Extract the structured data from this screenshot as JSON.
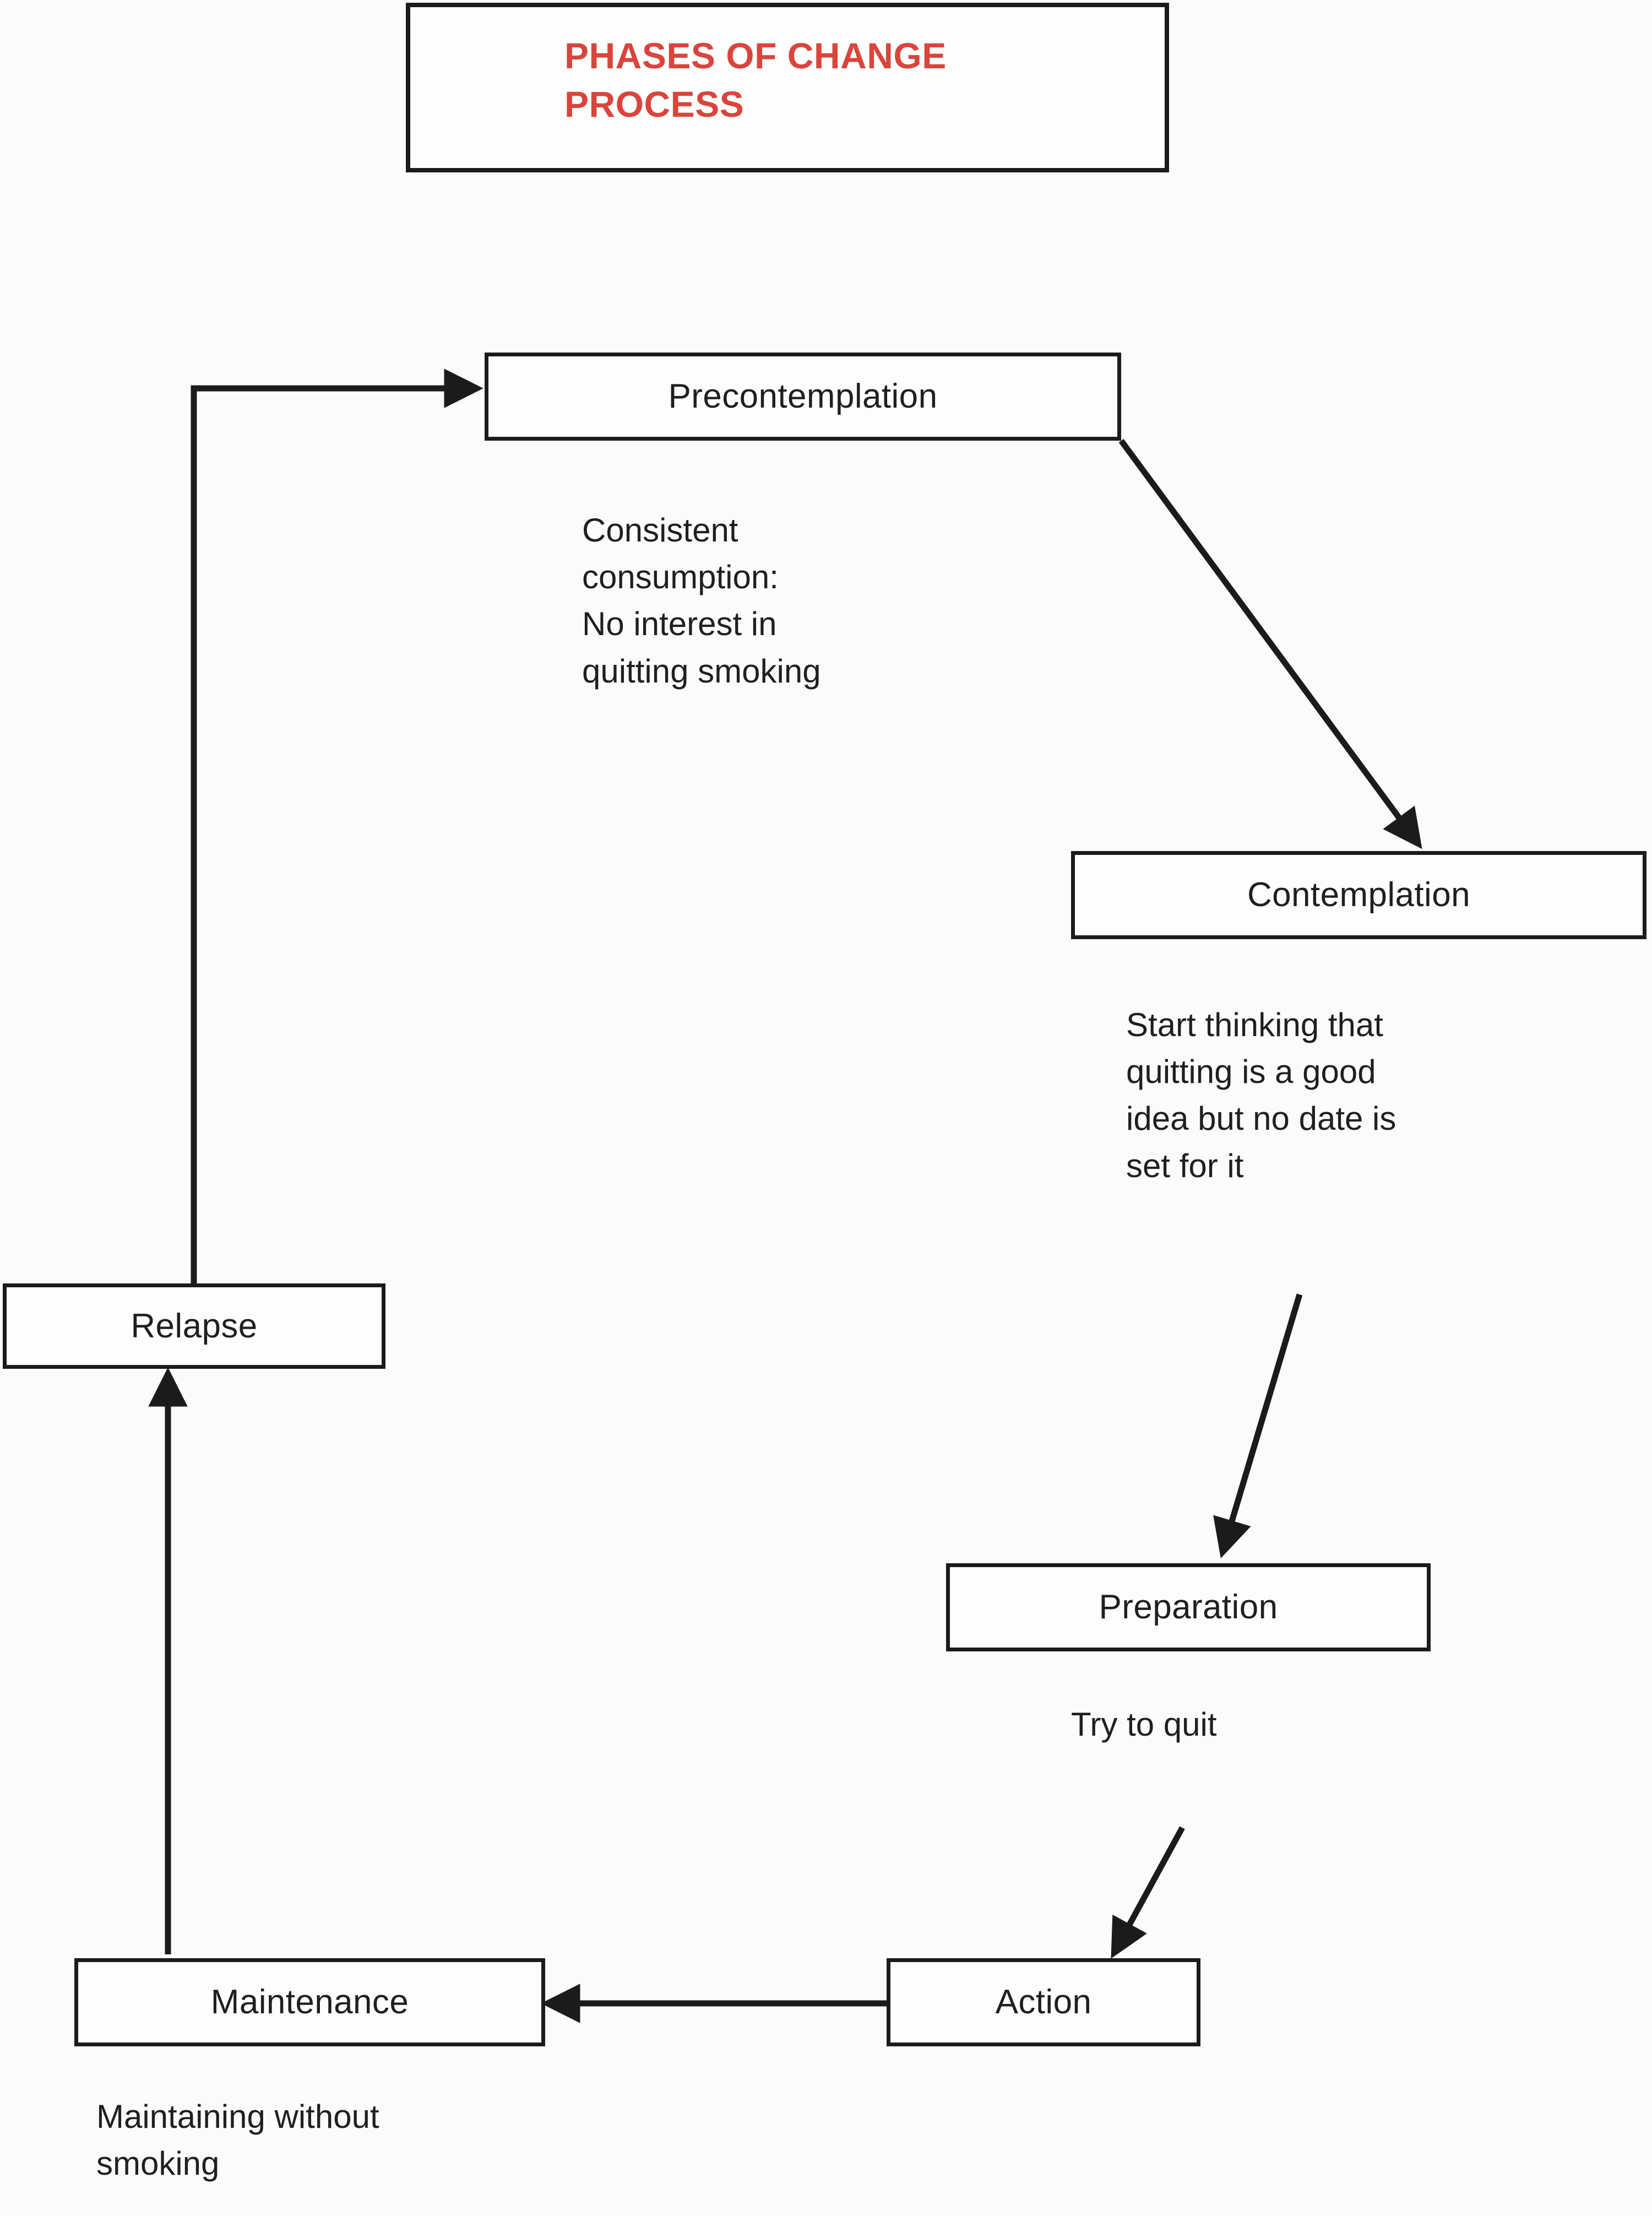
{
  "diagram": {
    "title": "PHASES OF CHANGE\nPROCESS",
    "title_color": "#d9453c",
    "line_color": "#1b1b1b",
    "background": "#fbfbfb",
    "nodes": [
      {
        "id": "precontemplation",
        "label": "Precontemplation"
      },
      {
        "id": "contemplation",
        "label": "Contemplation"
      },
      {
        "id": "relapse",
        "label": "Relapse"
      },
      {
        "id": "preparation",
        "label": "Preparation"
      },
      {
        "id": "maintenance",
        "label": "Maintenance"
      },
      {
        "id": "action",
        "label": "Action"
      }
    ],
    "captions": [
      {
        "id": "precontemplation-caption",
        "text": "Consistent\nconsumption:\nNo interest in\nquitting smoking"
      },
      {
        "id": "contemplation-caption",
        "text": "Start thinking that\nquitting is a good\nidea but no date is\nset for it"
      },
      {
        "id": "maintenance-caption",
        "text": "Maintaining without\nsmoking"
      }
    ],
    "edge_labels": [
      {
        "id": "preparation-to-action-label",
        "text": "Try to quit"
      }
    ],
    "edges": [
      {
        "from": "precontemplation",
        "to": "contemplation",
        "style": "diagonal-arrow"
      },
      {
        "from": "contemplation",
        "to": "preparation",
        "style": "diagonal-arrow"
      },
      {
        "from": "preparation",
        "to": "action",
        "style": "diagonal-arrow"
      },
      {
        "from": "action",
        "to": "maintenance",
        "style": "horizontal-arrow"
      },
      {
        "from": "maintenance",
        "to": "relapse",
        "style": "vertical-arrow"
      },
      {
        "from": "relapse",
        "to": "precontemplation",
        "style": "elbow-arrow"
      }
    ]
  }
}
